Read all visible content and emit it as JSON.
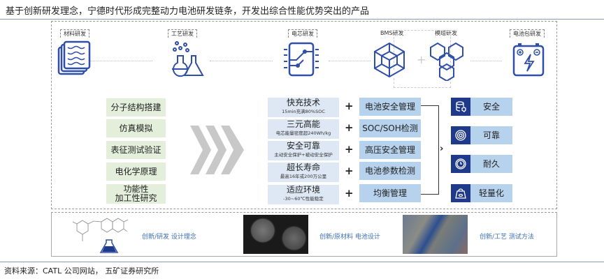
{
  "title": "基于创新研发理念，宁德时代形成完整动力电池研发链条，开发出综合性能优势突出的产品",
  "stages": [
    "材料研发",
    "工艺研发",
    "电芯研发",
    "BMS研发",
    "模组研发",
    "电池包研发"
  ],
  "research_items": [
    "分子结构搭建",
    "仿真模拟",
    "表征测试验证",
    "电化学原理",
    "功能性",
    "加工性研究"
  ],
  "cell_features": [
    {
      "title": "快充技术",
      "sub": "15min充满80%SOC"
    },
    {
      "title": "三元高能",
      "sub": "电芯能量密度超240Wh/kg"
    },
    {
      "title": "安全可靠",
      "sub": "主动安全保护+被动安全保护"
    },
    {
      "title": "超长寿命",
      "sub": "最高16年或200万公里"
    },
    {
      "title": "适应环境",
      "sub": "-30~60℃性能稳定"
    }
  ],
  "plus": "+",
  "bms_features": [
    "电池安全管理",
    "SOC/SOH检测",
    "高压安全管理",
    "电池参数检测",
    "均衡管理"
  ],
  "outcomes": [
    {
      "label": "安全",
      "icon": "database-shield-icon"
    },
    {
      "label": "可靠",
      "icon": "target-icon"
    },
    {
      "label": "耐久",
      "icon": "clock-icon"
    },
    {
      "label": "轻量化",
      "icon": "weight-icon"
    }
  ],
  "innovations": [
    "创新/研发 设计理念",
    "创新/原材料 电池设计",
    "创新/工艺 测试方法"
  ],
  "source": "资料来源：CATL 公司网站，  五矿证券研究所",
  "colors": {
    "dark_blue": "#1f3a8a",
    "light_blue": "#b7d2ec",
    "pale_blue": "#dde8f4",
    "green": "#e3eedb",
    "icon_blue": "#2f4fa8"
  }
}
